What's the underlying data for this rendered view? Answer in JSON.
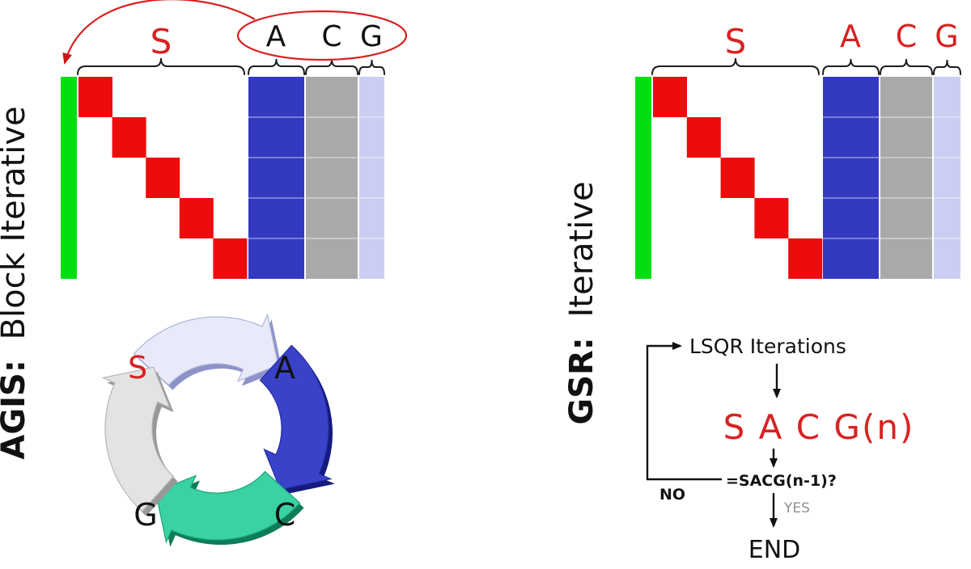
{
  "colors": {
    "green": "#00de12",
    "red": "#ee0b0b",
    "blue": "#3339c0",
    "gray": "#a9a9a9",
    "lavender": "#cacef2",
    "redText": "#d92121"
  },
  "left": {
    "title_prefix": "AGIS:",
    "title_rest": "Block Iterative",
    "matrix_labels": {
      "s": "S",
      "a": "A",
      "c": "C",
      "g": "G"
    },
    "cycle_labels": {
      "s": "S",
      "a": "A",
      "c": "C",
      "g": "G"
    }
  },
  "right": {
    "title_prefix": "GSR:",
    "title_rest": "Iterative",
    "matrix_labels": {
      "s": "S",
      "a": "A",
      "c": "C",
      "g": "G"
    },
    "flowchart": {
      "step1": "LSQR Iterations",
      "result": "S A C G(n)",
      "condition": "=SACG(n-1)?",
      "no_label": "NO",
      "yes_label": "YES",
      "end_label": "END"
    }
  }
}
